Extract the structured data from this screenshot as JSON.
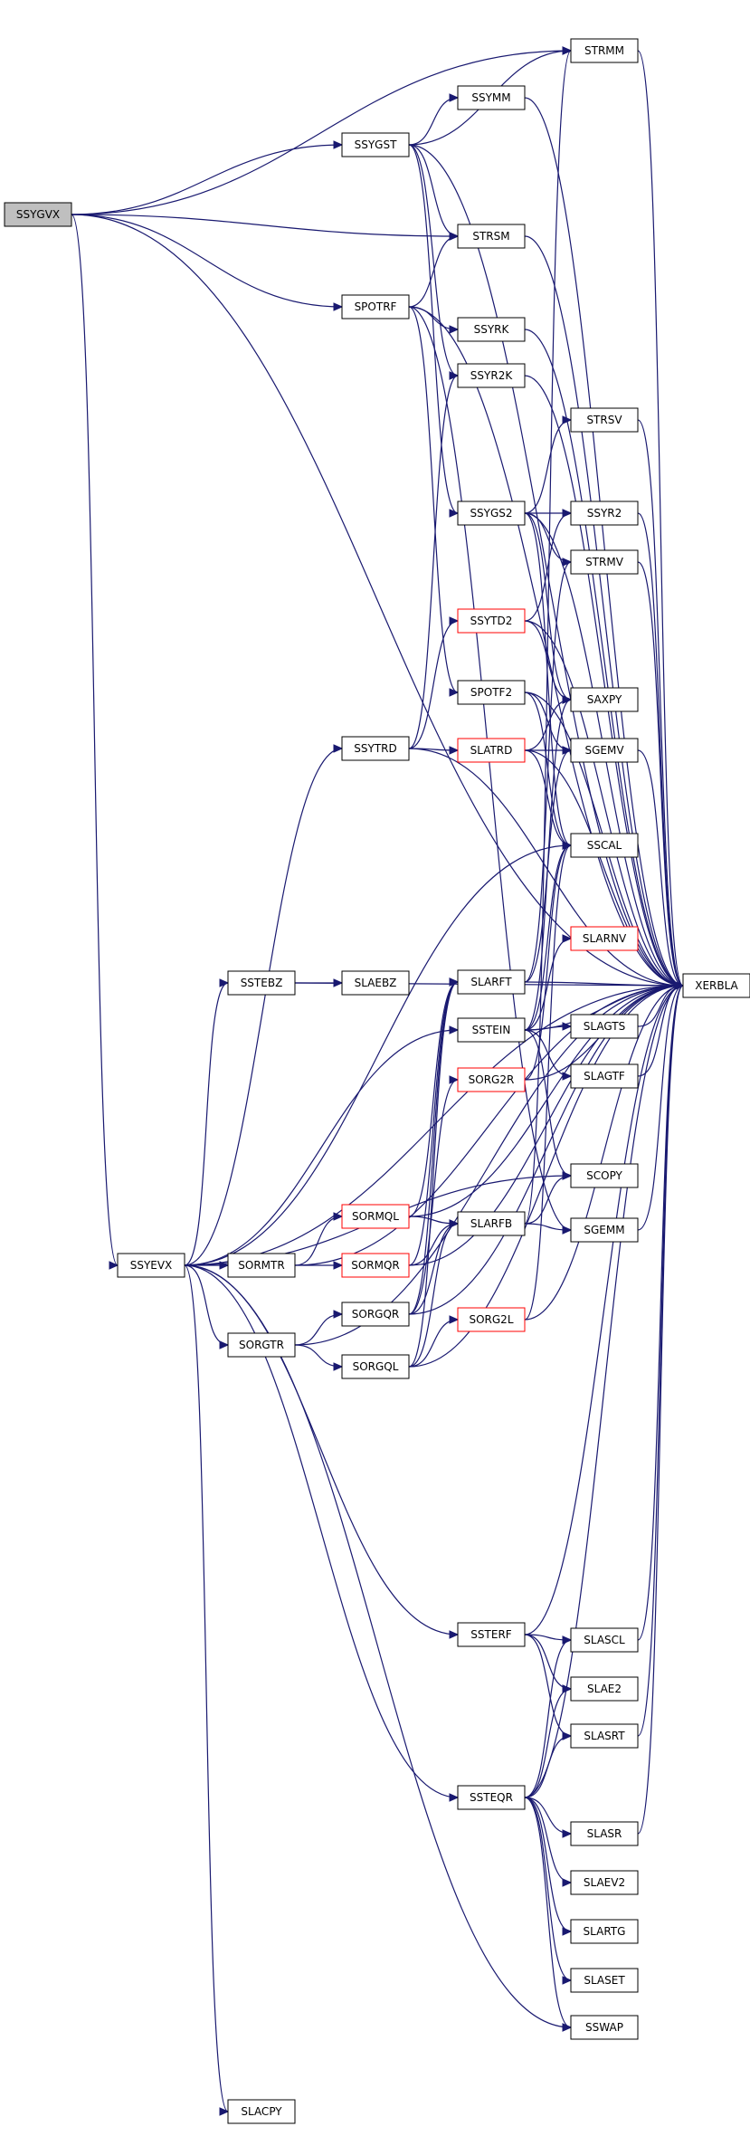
{
  "graph": {
    "nodes": [
      {
        "id": "SSYGVX",
        "label": "SSYGVX",
        "style": "root"
      },
      {
        "id": "STRMM",
        "label": "STRMM",
        "style": "normal"
      },
      {
        "id": "SSYGST",
        "label": "SSYGST",
        "style": "normal"
      },
      {
        "id": "SSYMM",
        "label": "SSYMM",
        "style": "normal"
      },
      {
        "id": "STRSM",
        "label": "STRSM",
        "style": "normal"
      },
      {
        "id": "SPOTRF",
        "label": "SPOTRF",
        "style": "normal"
      },
      {
        "id": "SSYRK",
        "label": "SSYRK",
        "style": "normal"
      },
      {
        "id": "SSYR2K",
        "label": "SSYR2K",
        "style": "normal"
      },
      {
        "id": "STRSV",
        "label": "STRSV",
        "style": "normal"
      },
      {
        "id": "SSYGS2",
        "label": "SSYGS2",
        "style": "normal"
      },
      {
        "id": "SSYR2",
        "label": "SSYR2",
        "style": "normal"
      },
      {
        "id": "STRMV",
        "label": "STRMV",
        "style": "normal"
      },
      {
        "id": "SSYTD2",
        "label": "SSYTD2",
        "style": "red"
      },
      {
        "id": "SPOTF2",
        "label": "SPOTF2",
        "style": "normal"
      },
      {
        "id": "SAXPY",
        "label": "SAXPY",
        "style": "normal"
      },
      {
        "id": "SSYTRD",
        "label": "SSYTRD",
        "style": "normal"
      },
      {
        "id": "SLATRD",
        "label": "SLATRD",
        "style": "red"
      },
      {
        "id": "SGEMV",
        "label": "SGEMV",
        "style": "normal"
      },
      {
        "id": "SSCAL",
        "label": "SSCAL",
        "style": "normal"
      },
      {
        "id": "SLARNV",
        "label": "SLARNV",
        "style": "red"
      },
      {
        "id": "SSTEBZ",
        "label": "SSTEBZ",
        "style": "normal"
      },
      {
        "id": "SLAEBZ",
        "label": "SLAEBZ",
        "style": "normal"
      },
      {
        "id": "SLARFT",
        "label": "SLARFT",
        "style": "normal"
      },
      {
        "id": "XERBLA",
        "label": "XERBLA",
        "style": "normal"
      },
      {
        "id": "SLAGTS",
        "label": "SLAGTS",
        "style": "normal"
      },
      {
        "id": "SSTEIN",
        "label": "SSTEIN",
        "style": "normal"
      },
      {
        "id": "SORG2R",
        "label": "SORG2R",
        "style": "red"
      },
      {
        "id": "SLAGTF",
        "label": "SLAGTF",
        "style": "normal"
      },
      {
        "id": "SCOPY",
        "label": "SCOPY",
        "style": "normal"
      },
      {
        "id": "SORMQL",
        "label": "SORMQL",
        "style": "red"
      },
      {
        "id": "SLARFB",
        "label": "SLARFB",
        "style": "normal"
      },
      {
        "id": "SGEMM",
        "label": "SGEMM",
        "style": "normal"
      },
      {
        "id": "SSYEVX",
        "label": "SSYEVX",
        "style": "normal"
      },
      {
        "id": "SORMTR",
        "label": "SORMTR",
        "style": "normal"
      },
      {
        "id": "SORMQR",
        "label": "SORMQR",
        "style": "red"
      },
      {
        "id": "SORGQR",
        "label": "SORGQR",
        "style": "normal"
      },
      {
        "id": "SORG2L",
        "label": "SORG2L",
        "style": "red"
      },
      {
        "id": "SORGTR",
        "label": "SORGTR",
        "style": "normal"
      },
      {
        "id": "SORGQL",
        "label": "SORGQL",
        "style": "normal"
      },
      {
        "id": "SSTERF",
        "label": "SSTERF",
        "style": "normal"
      },
      {
        "id": "SLASCL",
        "label": "SLASCL",
        "style": "normal"
      },
      {
        "id": "SLAE2",
        "label": "SLAE2",
        "style": "normal"
      },
      {
        "id": "SLASRT",
        "label": "SLASRT",
        "style": "normal"
      },
      {
        "id": "SSTEQR",
        "label": "SSTEQR",
        "style": "normal"
      },
      {
        "id": "SLASR",
        "label": "SLASR",
        "style": "normal"
      },
      {
        "id": "SLAEV2",
        "label": "SLAEV2",
        "style": "normal"
      },
      {
        "id": "SLARTG",
        "label": "SLARTG",
        "style": "normal"
      },
      {
        "id": "SLASET",
        "label": "SLASET",
        "style": "normal"
      },
      {
        "id": "SSWAP",
        "label": "SSWAP",
        "style": "normal"
      },
      {
        "id": "SLACPY",
        "label": "SLACPY",
        "style": "normal"
      }
    ],
    "edges": [
      [
        "SSYGVX",
        "STRMM"
      ],
      [
        "SSYGVX",
        "SSYGST"
      ],
      [
        "SSYGVX",
        "STRSM"
      ],
      [
        "SSYGVX",
        "SPOTRF"
      ],
      [
        "SSYGVX",
        "XERBLA"
      ],
      [
        "SSYGVX",
        "SSYEVX"
      ],
      [
        "SSYGST",
        "STRMM"
      ],
      [
        "SSYGST",
        "SSYMM"
      ],
      [
        "SSYGST",
        "STRSM"
      ],
      [
        "SSYGST",
        "SSYR2K"
      ],
      [
        "SSYGST",
        "SSYGS2"
      ],
      [
        "SSYGST",
        "XERBLA"
      ],
      [
        "SSYMM",
        "XERBLA"
      ],
      [
        "STRMM",
        "XERBLA"
      ],
      [
        "STRSM",
        "XERBLA"
      ],
      [
        "SPOTRF",
        "STRSM"
      ],
      [
        "SPOTRF",
        "SSYRK"
      ],
      [
        "SPOTRF",
        "SPOTF2"
      ],
      [
        "SPOTRF",
        "SGEMM"
      ],
      [
        "SPOTRF",
        "XERBLA"
      ],
      [
        "SSYRK",
        "XERBLA"
      ],
      [
        "SSYR2K",
        "XERBLA"
      ],
      [
        "STRSV",
        "XERBLA"
      ],
      [
        "SSYGS2",
        "STRSV"
      ],
      [
        "SSYGS2",
        "SSYR2"
      ],
      [
        "SSYGS2",
        "STRMV"
      ],
      [
        "SSYGS2",
        "SAXPY"
      ],
      [
        "SSYGS2",
        "SSCAL"
      ],
      [
        "SSYGS2",
        "XERBLA"
      ],
      [
        "SSYR2",
        "XERBLA"
      ],
      [
        "STRMV",
        "XERBLA"
      ],
      [
        "SSYTD2",
        "SSYR2"
      ],
      [
        "SSYTD2",
        "SAXPY"
      ],
      [
        "SSYTD2",
        "XERBLA"
      ],
      [
        "SPOTF2",
        "SGEMV"
      ],
      [
        "SPOTF2",
        "SSCAL"
      ],
      [
        "SPOTF2",
        "XERBLA"
      ],
      [
        "SSYTRD",
        "SSYR2K"
      ],
      [
        "SSYTRD",
        "SSYTD2"
      ],
      [
        "SSYTRD",
        "SLATRD"
      ],
      [
        "SSYTRD",
        "XERBLA"
      ],
      [
        "SLATRD",
        "SAXPY"
      ],
      [
        "SLATRD",
        "SGEMV"
      ],
      [
        "SLATRD",
        "SSCAL"
      ],
      [
        "SLATRD",
        "XERBLA"
      ],
      [
        "SGEMV",
        "XERBLA"
      ],
      [
        "SSTEBZ",
        "SLAEBZ"
      ],
      [
        "SSTEBZ",
        "XERBLA"
      ],
      [
        "SLARFT",
        "STRMV"
      ],
      [
        "SLARFT",
        "SGEMV"
      ],
      [
        "SLARFT",
        "XERBLA"
      ],
      [
        "SLAGTS",
        "XERBLA"
      ],
      [
        "SSTEIN",
        "SLARNV"
      ],
      [
        "SSTEIN",
        "SLAGTS"
      ],
      [
        "SSTEIN",
        "SLAGTF"
      ],
      [
        "SSTEIN",
        "SAXPY"
      ],
      [
        "SSTEIN",
        "SSCAL"
      ],
      [
        "SSTEIN",
        "SCOPY"
      ],
      [
        "SSTEIN",
        "XERBLA"
      ],
      [
        "SORG2R",
        "SSCAL"
      ],
      [
        "SORG2R",
        "XERBLA"
      ],
      [
        "SLAGTF",
        "XERBLA"
      ],
      [
        "SORMQL",
        "SLARFT"
      ],
      [
        "SORMQL",
        "SLARFB"
      ],
      [
        "SORMQL",
        "XERBLA"
      ],
      [
        "SLARFB",
        "STRMM"
      ],
      [
        "SLARFB",
        "SCOPY"
      ],
      [
        "SLARFB",
        "SGEMM"
      ],
      [
        "SGEMM",
        "XERBLA"
      ],
      [
        "SSYEVX",
        "SSYTRD"
      ],
      [
        "SSYEVX",
        "SSCAL"
      ],
      [
        "SSYEVX",
        "XERBLA"
      ],
      [
        "SSYEVX",
        "SSTEBZ"
      ],
      [
        "SSYEVX",
        "SSTEIN"
      ],
      [
        "SSYEVX",
        "SCOPY"
      ],
      [
        "SSYEVX",
        "SORMTR"
      ],
      [
        "SSYEVX",
        "SORGTR"
      ],
      [
        "SSYEVX",
        "SSTERF"
      ],
      [
        "SSYEVX",
        "SSTEQR"
      ],
      [
        "SSYEVX",
        "SSWAP"
      ],
      [
        "SSYEVX",
        "SLACPY"
      ],
      [
        "SORMTR",
        "SORMQL"
      ],
      [
        "SORMTR",
        "SORMQR"
      ],
      [
        "SORMTR",
        "XERBLA"
      ],
      [
        "SORMQR",
        "SLARFT"
      ],
      [
        "SORMQR",
        "SLARFB"
      ],
      [
        "SORMQR",
        "XERBLA"
      ],
      [
        "SORGQR",
        "SLARFT"
      ],
      [
        "SORGQR",
        "SLARFB"
      ],
      [
        "SORGQR",
        "SORG2R"
      ],
      [
        "SORGQR",
        "XERBLA"
      ],
      [
        "SORG2L",
        "SSCAL"
      ],
      [
        "SORG2L",
        "XERBLA"
      ],
      [
        "SORGTR",
        "SORGQR"
      ],
      [
        "SORGTR",
        "SORGQL"
      ],
      [
        "SORGTR",
        "XERBLA"
      ],
      [
        "SORGQL",
        "SLARFT"
      ],
      [
        "SORGQL",
        "SLARFB"
      ],
      [
        "SORGQL",
        "SORG2L"
      ],
      [
        "SORGQL",
        "XERBLA"
      ],
      [
        "SSTERF",
        "SLASCL"
      ],
      [
        "SSTERF",
        "SLAE2"
      ],
      [
        "SSTERF",
        "SLASRT"
      ],
      [
        "SSTERF",
        "XERBLA"
      ],
      [
        "SLASCL",
        "XERBLA"
      ],
      [
        "SLASRT",
        "XERBLA"
      ],
      [
        "SSTEQR",
        "SLASCL"
      ],
      [
        "SSTEQR",
        "SLAE2"
      ],
      [
        "SSTEQR",
        "SLASRT"
      ],
      [
        "SSTEQR",
        "SLASR"
      ],
      [
        "SSTEQR",
        "SLAEV2"
      ],
      [
        "SSTEQR",
        "SLARTG"
      ],
      [
        "SSTEQR",
        "SLASET"
      ],
      [
        "SSTEQR",
        "SSWAP"
      ],
      [
        "SSTEQR",
        "XERBLA"
      ],
      [
        "SLASR",
        "XERBLA"
      ]
    ]
  }
}
